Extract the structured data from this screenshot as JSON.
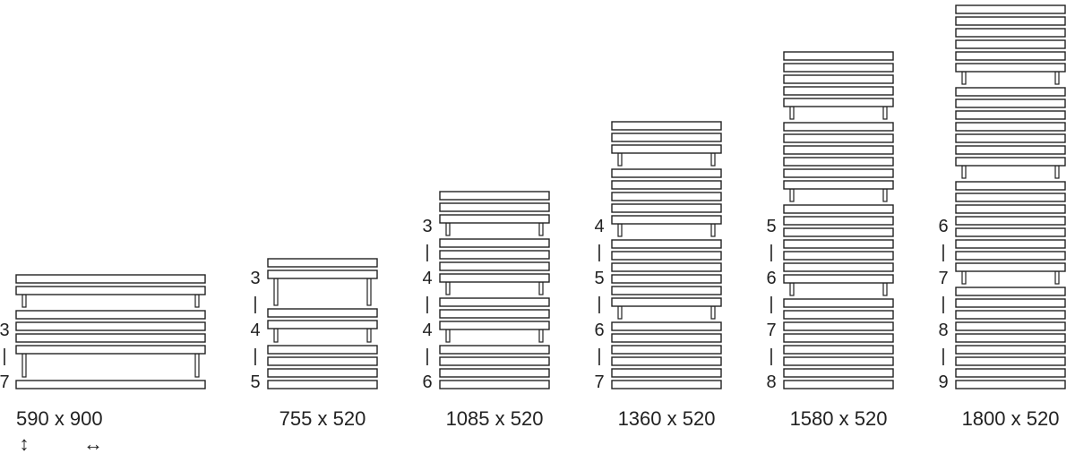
{
  "colors": {
    "stroke": "#222222",
    "fill": "#ffffff",
    "text": "#222222"
  },
  "radiators": [
    {
      "size_label": "590 x 900",
      "groups": [
        2,
        4,
        1
      ],
      "side_labels": [
        "3",
        "|",
        "7"
      ]
    },
    {
      "size_label": "755 x 520",
      "groups": [
        2,
        2,
        4
      ],
      "side_labels": [
        "3",
        "|",
        "4",
        "|",
        "5"
      ]
    },
    {
      "size_label": "1085 x 520",
      "groups": [
        3,
        4,
        3,
        4
      ],
      "side_labels": [
        "3",
        "|",
        "4",
        "|",
        "4",
        "|",
        "6"
      ]
    },
    {
      "size_label": "1360 x 520",
      "groups": [
        3,
        5,
        6,
        6
      ],
      "side_labels": [
        "4",
        "|",
        "5",
        "|",
        "6",
        "|",
        "7"
      ]
    },
    {
      "size_label": "1580 x 520",
      "groups": [
        5,
        6,
        7,
        8
      ],
      "side_labels": [
        "5",
        "|",
        "6",
        "|",
        "7",
        "|",
        "8"
      ]
    },
    {
      "size_label": "1800 x 520",
      "groups": [
        6,
        7,
        8,
        9
      ],
      "side_labels": [
        "6",
        "|",
        "7",
        "|",
        "8",
        "|",
        "9"
      ]
    }
  ],
  "icons": [
    {
      "name": "height-arrow-icon",
      "glyph": "↕"
    },
    {
      "name": "width-arrow-icon",
      "glyph": "↔"
    }
  ]
}
